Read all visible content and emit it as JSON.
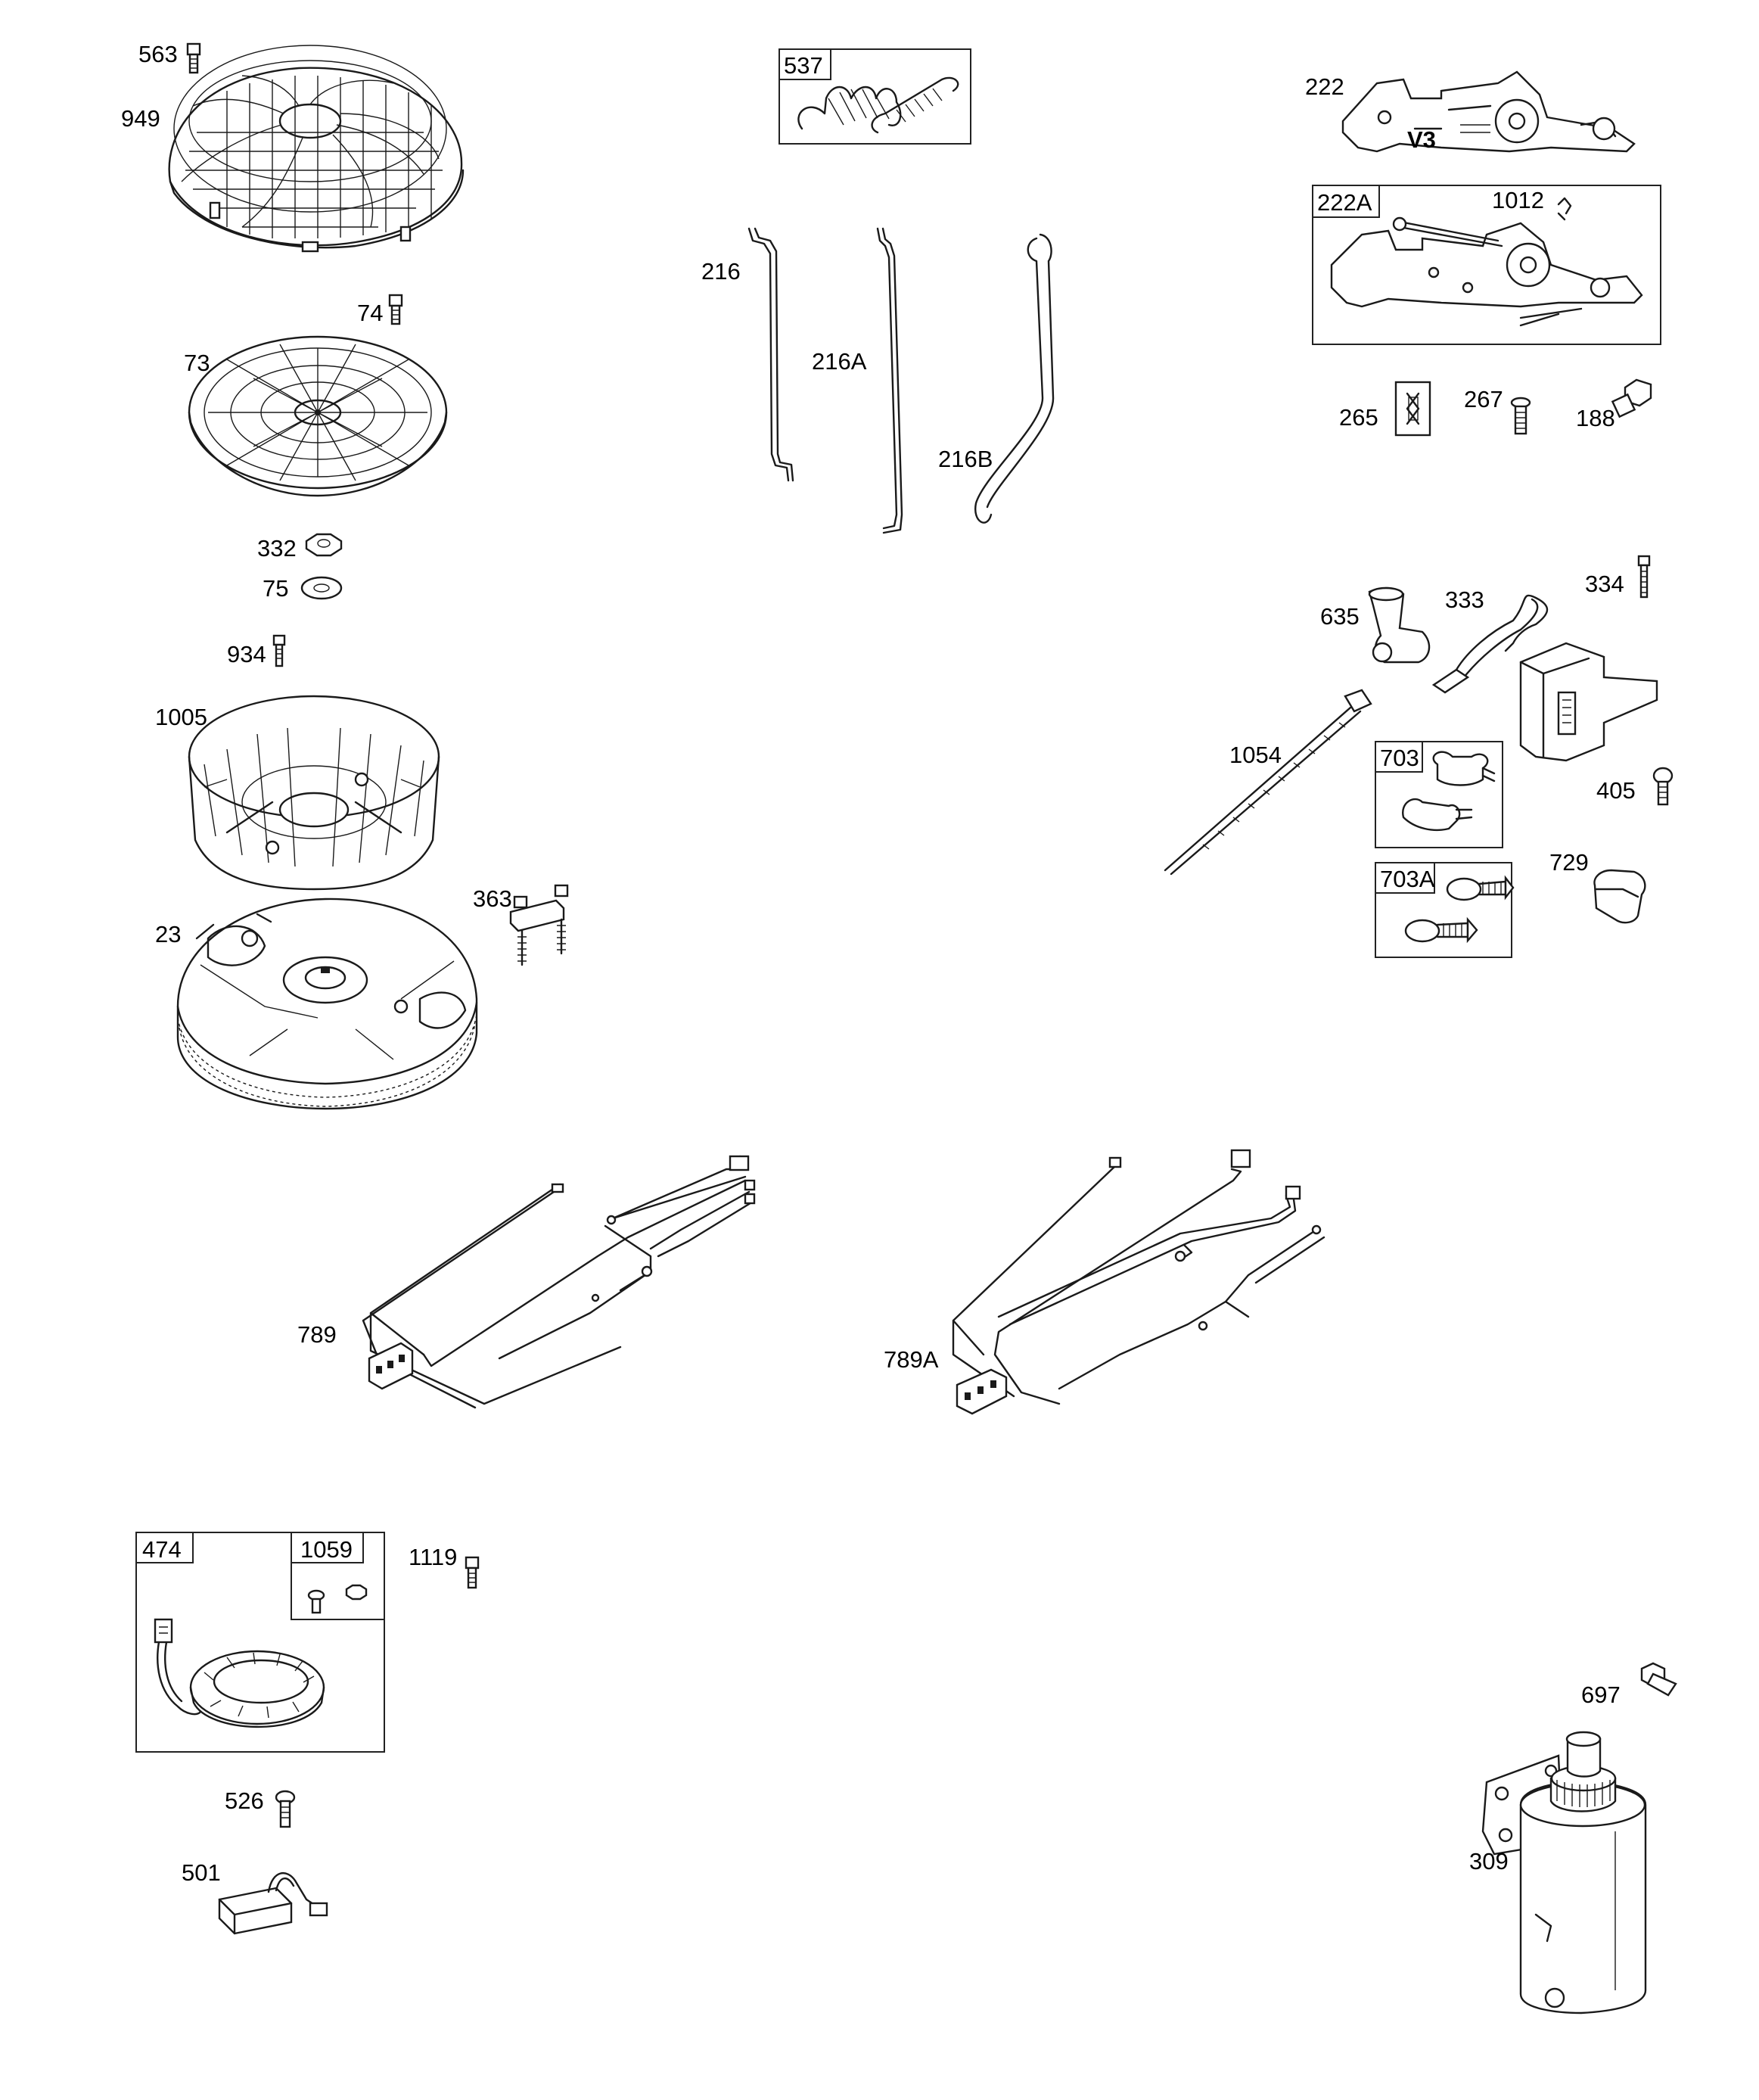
{
  "labels": {
    "p563": "563",
    "p949": "949",
    "p74": "74",
    "p73": "73",
    "p332": "332",
    "p75": "75",
    "p934": "934",
    "p1005": "1005",
    "p23": "23",
    "p363": "363",
    "p537": "537",
    "p216": "216",
    "p216A": "216A",
    "p216B": "216B",
    "p222": "222",
    "p222A": "222A",
    "p1012": "1012",
    "v3": "V3",
    "p265": "265",
    "p267": "267",
    "p188": "188",
    "p635": "635",
    "p333": "333",
    "p334": "334",
    "p1054": "1054",
    "p703": "703",
    "p703A": "703A",
    "p405": "405",
    "p729": "729",
    "p789": "789",
    "p789A": "789A",
    "p474": "474",
    "p1059": "1059",
    "p1119": "1119",
    "p526": "526",
    "p501": "501",
    "p697": "697",
    "p309": "309"
  }
}
